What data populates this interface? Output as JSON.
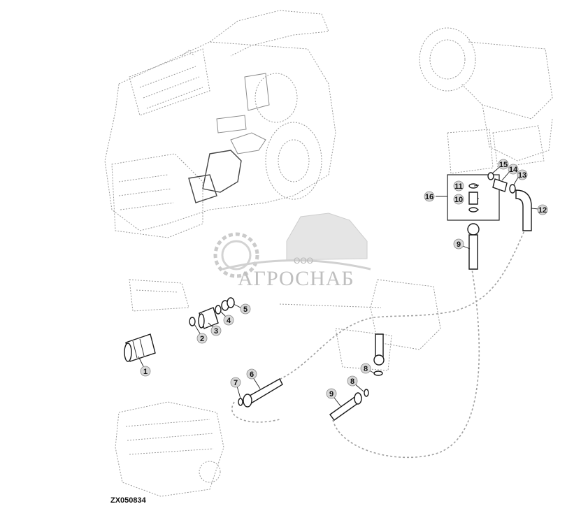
{
  "figure_code": "ZX050834",
  "watermark": {
    "company": "АГРОСНАБ",
    "prefix": "ООО"
  },
  "callouts": [
    {
      "label": "1"
    },
    {
      "label": "2"
    },
    {
      "label": "3"
    },
    {
      "label": "4"
    },
    {
      "label": "5"
    },
    {
      "label": "6"
    },
    {
      "label": "7"
    },
    {
      "label": "8"
    },
    {
      "label": "9"
    },
    {
      "label": "8"
    },
    {
      "label": "9"
    },
    {
      "label": "10"
    },
    {
      "label": "11"
    },
    {
      "label": "12"
    },
    {
      "label": "13"
    },
    {
      "label": "14"
    },
    {
      "label": "15"
    },
    {
      "label": "16"
    }
  ]
}
